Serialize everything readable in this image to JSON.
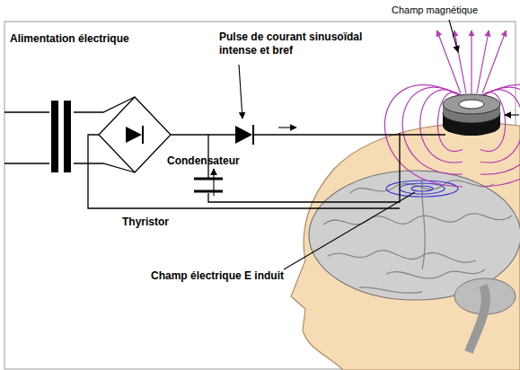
{
  "diagram": {
    "labels": [
      "Champ magnétique",
      "Alimentation électrique",
      "Pulse de courant sinusoïdal intense et bref",
      "Condensateur",
      "Thyristor",
      "Champ électrique E induit"
    ]
  }
}
